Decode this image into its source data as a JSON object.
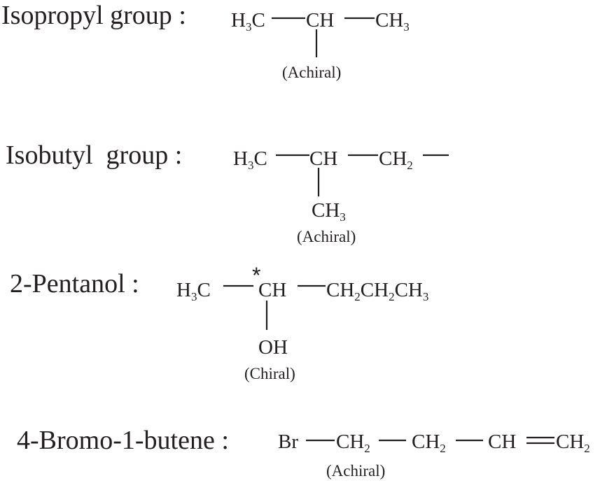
{
  "entries": [
    {
      "name": "Isopropyl group",
      "separator": ":",
      "main": {
        "a_main": "H",
        "a_sub": "3",
        "a_tail": "C",
        "b": "CH",
        "c_main": "CH",
        "c_sub": "3"
      },
      "note": "(Achiral)"
    },
    {
      "name": "Isobutyl  group",
      "separator": ":",
      "main": {
        "a_main": "H",
        "a_sub": "3",
        "a_tail": "C",
        "b": "CH",
        "c_main": "CH",
        "c_sub": "2"
      },
      "branch": {
        "main": "CH",
        "sub": "3"
      },
      "note": "(Achiral)"
    },
    {
      "name": "2-Pentanol",
      "separator": ":",
      "main": {
        "a_main": "H",
        "a_sub": "3",
        "a_tail": "C",
        "star": "*",
        "b": "CH",
        "c1": "CH",
        "c1_sub": "2",
        "c2": "CH",
        "c2_sub": "2",
        "c3": "CH",
        "c3_sub": "3"
      },
      "branch": {
        "main": "OH"
      },
      "note": "(Chiral)"
    },
    {
      "name": "4-Bromo-1-butene",
      "separator": ":",
      "main": {
        "a": "Br",
        "b_main": "CH",
        "b_sub": "2",
        "c_main": "CH",
        "c_sub": "2",
        "d": "CH",
        "e_main": "CH",
        "e_sub": "2"
      },
      "note": "(Achiral)"
    }
  ]
}
